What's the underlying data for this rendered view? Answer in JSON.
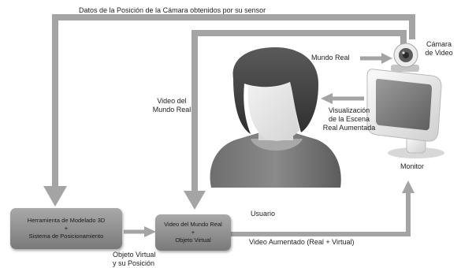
{
  "feedback_label": "Datos de la Posición de la Cámara obtenidos por su sensor",
  "camera_label": [
    "Cámara",
    "de Video"
  ],
  "mundo_real_label": "Mundo Real",
  "video_mundo_real_label": [
    "Video del",
    "Mundo Real"
  ],
  "visualizacion_label": [
    "Visualización",
    "de la Escena",
    "Real Aumentada"
  ],
  "monitor_label": "Monitor",
  "usuario_label": "Usuario",
  "box_modelado": {
    "line1": "Herramienta de Modelado 3D",
    "plus": "+",
    "line2": "Sistema de Posicionamiento"
  },
  "box_video": {
    "line1": "Video del Mundo Real",
    "plus": "+",
    "line2": "Objeto Virtual"
  },
  "objeto_virtual_label": [
    "Objeto Virtual",
    "y su Posición"
  ],
  "video_aumentado_label": "Video Aumentado (Real + Virtual)",
  "colors": {
    "arrow": "#a4a4a4",
    "box_top": "#a9a9a9",
    "box_bottom": "#7a7a7a"
  }
}
